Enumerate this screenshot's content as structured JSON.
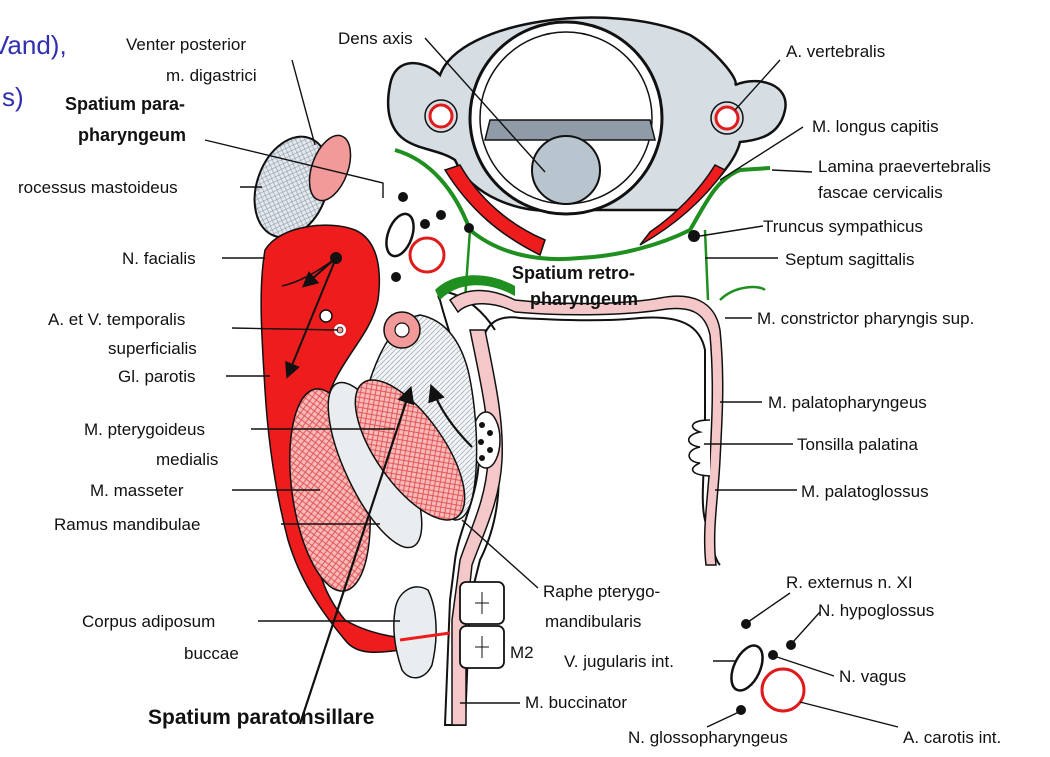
{
  "colors": {
    "muscle_red": "#ee1c1c",
    "muscle_hatch_pink": "#f6a9a9",
    "fascia_green": "#1f8f1f",
    "bone_gray": "#d7dee3",
    "outline": "#111111",
    "overlay_text_blue": "#2f2fb0"
  },
  "overlay_text": {
    "line1": "Vand),",
    "line2": "s)"
  },
  "labels": {
    "venter_posterior": "Venter posterior",
    "m_digastrici": "m. digastrici",
    "spatium_para": "Spatium para-",
    "pharyngeum": "pharyngeum",
    "processus_mastoideus": "rocessus mastoideus",
    "n_facialis": "N. facialis",
    "a_v_temporalis": "A. et V. temporalis",
    "superficialis": "superficialis",
    "gl_parotis": "Gl. parotis",
    "m_pterygoideus": "M. pterygoideus",
    "medialis": "medialis",
    "m_masseter": "M. masseter",
    "ramus_mandibulae": "Ramus mandibulae",
    "corpus_adiposum": "Corpus adiposum",
    "buccae": "buccae",
    "spatium_paratonsillare": "Spatium paratonsillare",
    "dens_axis": "Dens axis",
    "a_vertebralis": "A. vertebralis",
    "m_longus_capitis": "M. longus capitis",
    "lamina_praevertebralis": "Lamina praevertebralis",
    "fascae_cervicalis": "fascae cervicalis",
    "truncus_sympathicus": "Truncus sympathicus",
    "septum_sagittalis": "Septum sagittalis",
    "spatium_retro": "Spatium retro-",
    "pharyngeum_retro": "pharyngeum",
    "m_constrictor": "M. constrictor pharyngis sup.",
    "m_palatopharyngeus": "M. palatopharyngeus",
    "tonsilla_palatina": "Tonsilla palatina",
    "m_palatoglossus": "M. palatoglossus",
    "raphe_pterygo": "Raphe pterygo-",
    "mandibularis": "mandibularis",
    "m2": "M2",
    "m_buccinator": "M. buccinator",
    "r_externus": "R. externus n. XI",
    "n_hypoglossus": "N. hypoglossus",
    "v_jugularis": "V. jugularis int.",
    "n_vagus": "N. vagus",
    "n_glossopharyngeus": "N. glossopharyngeus",
    "a_carotis": "A. carotis int."
  }
}
